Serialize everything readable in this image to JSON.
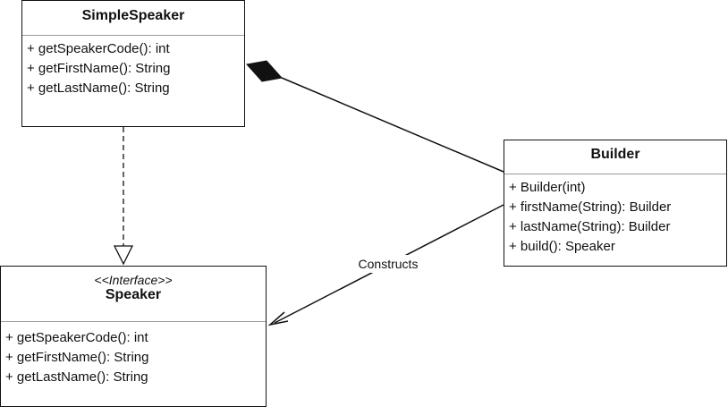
{
  "classes": {
    "simple_speaker": {
      "name": "SimpleSpeaker",
      "members": [
        "+ getSpeakerCode(): int",
        "+ getFirstName(): String",
        "+ getLastName(): String"
      ]
    },
    "builder": {
      "name": "Builder",
      "members": [
        "+ Builder(int)",
        "+ firstName(String): Builder",
        "+ lastName(String): Builder",
        "+ build(): Speaker"
      ]
    },
    "speaker": {
      "stereotype": "<<Interface>>",
      "name": "Speaker",
      "members": [
        "+ getSpeakerCode(): int",
        "+ getFirstName(): String",
        "+ getLastName(): String"
      ]
    }
  },
  "relations": {
    "constructs_label": "Constructs"
  }
}
